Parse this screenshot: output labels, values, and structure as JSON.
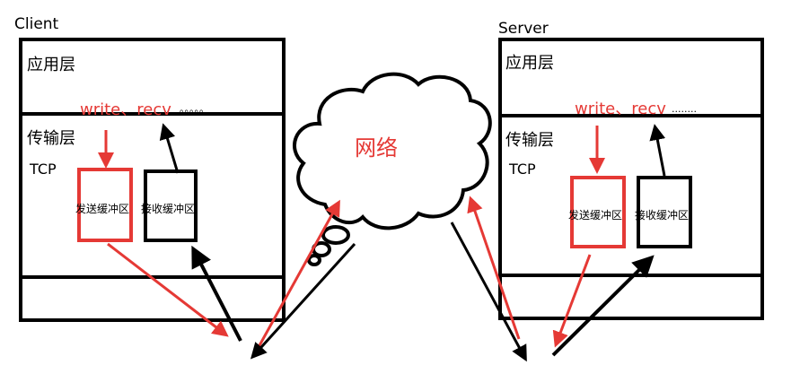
{
  "client": {
    "title": "Client",
    "app_layer": "应用层",
    "transport_layer": "传输层",
    "protocol": "TCP",
    "calls": "write、recv",
    "calls_dots": "。。。。。",
    "send_buffer": "发送缓冲区",
    "recv_buffer": "接收缓冲区"
  },
  "server": {
    "title": "Server",
    "app_layer": "应用层",
    "transport_layer": "传输层",
    "protocol": "TCP",
    "calls": "write、recv",
    "calls_dots": "........",
    "send_buffer": "发送缓冲区",
    "recv_buffer": "接收缓冲区"
  },
  "network": {
    "label": "网络"
  },
  "colors": {
    "red": "#e53935",
    "black": "#000000"
  }
}
